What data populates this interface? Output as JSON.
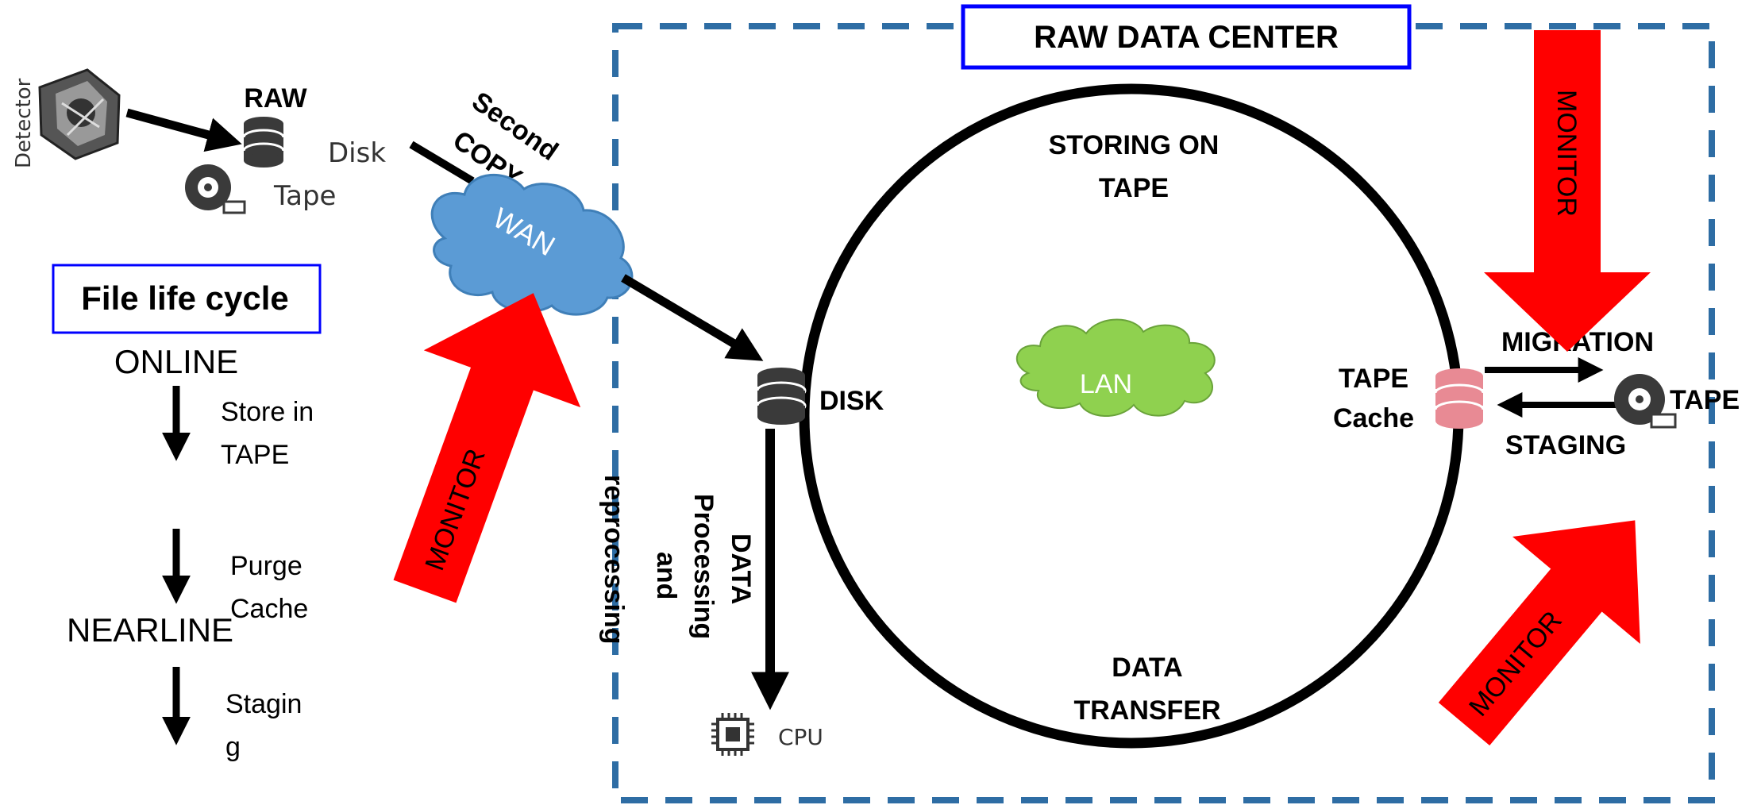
{
  "diagram": {
    "raw_data_center_title": "RAW DATA CENTER",
    "detector_label": "Detector",
    "raw_label": "RAW",
    "disk_label_top": "Disk",
    "tape_label_top": "Tape",
    "second_copy_line1": "Second",
    "second_copy_line2": "COPY",
    "wan_label": "WAN",
    "lan_label": "LAN",
    "storing_line1": "STORING ON",
    "storing_line2": "TAPE",
    "data_transfer_line1": "DATA",
    "data_transfer_line2": "TRANSFER",
    "disk_label": "DISK",
    "tape_cache_line1": "TAPE",
    "tape_cache_line2": "Cache",
    "migration_label": "MIGRATION",
    "staging_label": "STAGING",
    "tape_label_right": "TAPE",
    "cpu_label": "CPU",
    "reprocessing_label": "reprocessing",
    "data_processing_line1": "DATA",
    "data_processing_line2": "Processing",
    "data_processing_line3": "and",
    "monitor_label": "MONITOR"
  },
  "lifecycle": {
    "title": "File life cycle",
    "online": "ONLINE",
    "store_line1": "Store in",
    "store_line2": "TAPE",
    "purge_line1": "Purge",
    "purge_line2": "Cache",
    "nearline": "NEARLINE",
    "staging_line1": "Stagin",
    "staging_line2": "g"
  },
  "colors": {
    "monitor_arrow": "#ff0000",
    "wan_cloud": "#5b9bd5",
    "lan_cloud": "#8fd14f",
    "center_border": "#2e6da4",
    "title_border": "#0000ff",
    "tape_cache_db": "#e88a94"
  },
  "icons": [
    "detector-icon",
    "database-icon",
    "tape-reel-icon",
    "cpu-chip-icon",
    "cloud-icon"
  ]
}
